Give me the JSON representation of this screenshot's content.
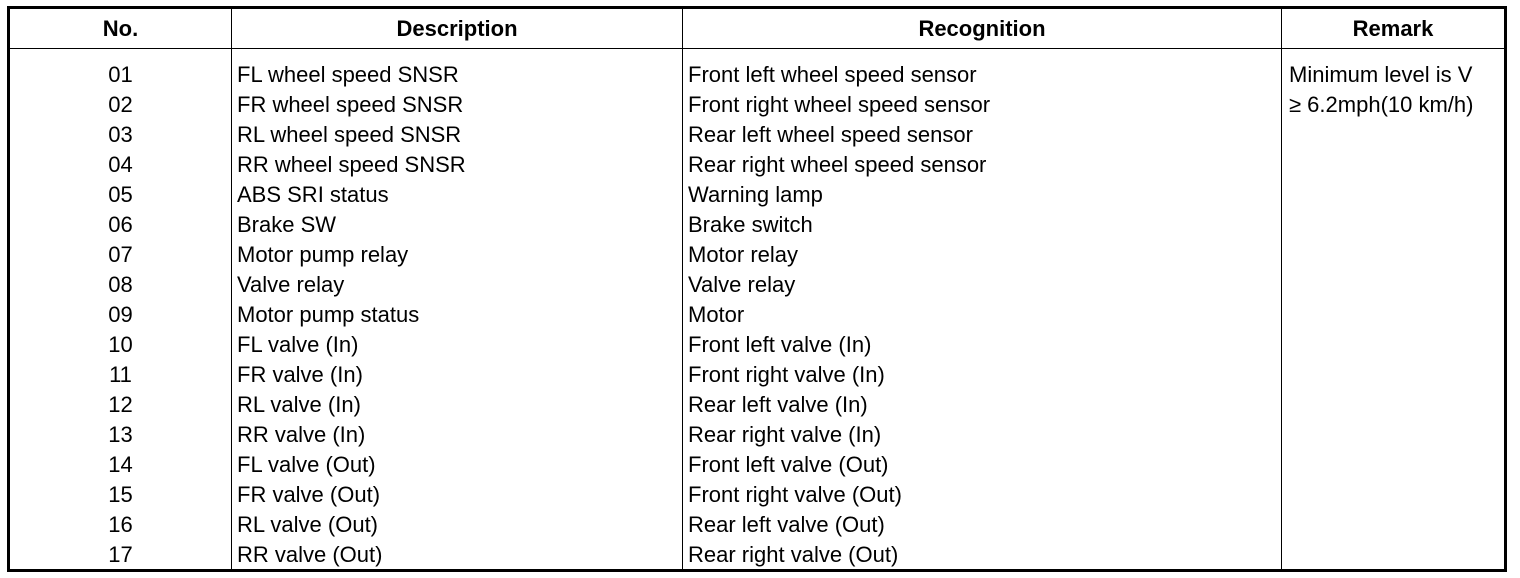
{
  "table": {
    "headers": {
      "no": "No.",
      "description": "Description",
      "recognition": "Recognition",
      "remark": "Remark"
    },
    "rows": [
      {
        "no": "01",
        "description": "FL wheel speed SNSR",
        "recognition": "Front left wheel speed sensor"
      },
      {
        "no": "02",
        "description": "FR wheel speed SNSR",
        "recognition": "Front right wheel speed sensor"
      },
      {
        "no": "03",
        "description": "RL wheel speed SNSR",
        "recognition": "Rear left wheel speed sensor"
      },
      {
        "no": "04",
        "description": "RR wheel speed SNSR",
        "recognition": "Rear right wheel speed sensor"
      },
      {
        "no": "05",
        "description": "ABS SRI status",
        "recognition": "Warning lamp"
      },
      {
        "no": "06",
        "description": "Brake SW",
        "recognition": "Brake switch"
      },
      {
        "no": "07",
        "description": "Motor pump relay",
        "recognition": "Motor relay"
      },
      {
        "no": "08",
        "description": "Valve relay",
        "recognition": "Valve relay"
      },
      {
        "no": "09",
        "description": "Motor pump status",
        "recognition": "Motor"
      },
      {
        "no": "10",
        "description": "FL valve (In)",
        "recognition": "Front left valve (In)"
      },
      {
        "no": "11",
        "description": "FR valve (In)",
        "recognition": "Front right valve (In)"
      },
      {
        "no": "12",
        "description": "RL valve (In)",
        "recognition": "Rear left valve (In)"
      },
      {
        "no": "13",
        "description": "RR valve (In)",
        "recognition": "Rear right valve (In)"
      },
      {
        "no": "14",
        "description": "FL valve (Out)",
        "recognition": "Front left valve (Out)"
      },
      {
        "no": "15",
        "description": "FR valve (Out)",
        "recognition": "Front right valve (Out)"
      },
      {
        "no": "16",
        "description": "RL valve (Out)",
        "recognition": "Rear left valve (Out)"
      },
      {
        "no": "17",
        "description": "RR valve (Out)",
        "recognition": "Rear right valve (Out)"
      }
    ],
    "remark": {
      "line1": "Minimum level is V",
      "line2": "≥ 6.2mph(10 km/h)"
    }
  }
}
